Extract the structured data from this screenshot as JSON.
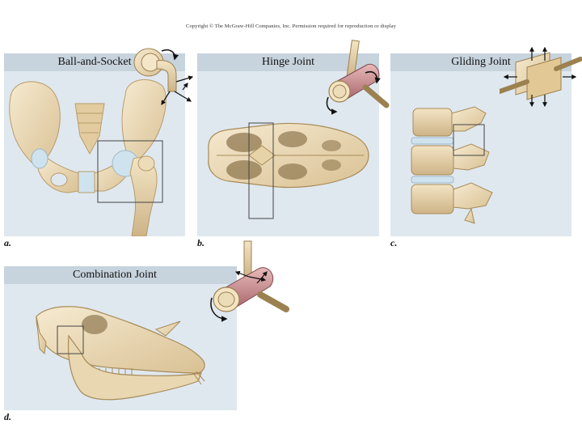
{
  "copyright": "Copyright © The McGraw-Hill Companies, Inc. Permission required for reproduction or display",
  "panels": {
    "a": {
      "letter": "a.",
      "title": "Ball-and-Socket"
    },
    "b": {
      "letter": "b.",
      "title": "Hinge Joint"
    },
    "c": {
      "letter": "c.",
      "title": "Gliding Joint"
    },
    "d": {
      "letter": "d.",
      "title": "Combination Joint"
    }
  },
  "colors": {
    "panel_bg": "#dfe8ef",
    "panel_header": "#c7d3dd",
    "bone": "#ecdcb7",
    "bone_shadow": "#c9b287",
    "cartilage": "#cfe3ee",
    "joint_pink": "#c98a8f",
    "arrow": "#111111"
  },
  "icons": [
    "ball-socket-joint-icon",
    "hinge-joint-icon",
    "gliding-joint-icon",
    "combination-joint-icon"
  ]
}
